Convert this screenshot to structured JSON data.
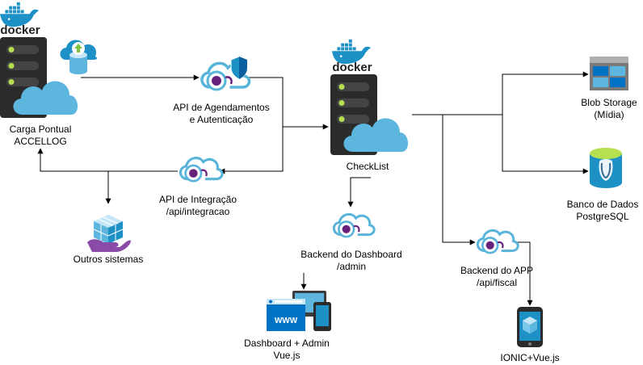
{
  "colors": {
    "docker_blue": "#1d91c6",
    "server_dark": "#2b2b2b",
    "server_green": "#b6e04f",
    "cloud_blue": "#5cb6dd",
    "api_purple": "#68217a",
    "api_cloud_stroke": "#59b4d9",
    "connector": "#000000",
    "blob_blue": "#0072c6",
    "postgres_blue": "#336791",
    "cube_purple": "#8a4ba8"
  },
  "nodes": {
    "carga": {
      "docker_wordmark": "docker",
      "lines": [
        "Carga Pontual",
        "ACCELLOG"
      ],
      "icon": "docker-server-with-cloud"
    },
    "api_auth": {
      "lines": [
        "API de Agendamentos",
        "e Autenticação"
      ],
      "icon": "api-management-shield-icon"
    },
    "api_integracao": {
      "lines": [
        "API de Integração",
        "/api/integracao"
      ],
      "icon": "api-management-icon"
    },
    "outros": {
      "lines": [
        "Outros sistemas"
      ],
      "icon": "cube-on-hand-icon"
    },
    "checklist": {
      "docker_wordmark": "docker",
      "lines": [
        "CheckList"
      ],
      "icon": "docker-server-with-cloud"
    },
    "backend_dashboard": {
      "lines": [
        "Backend do Dashboard",
        "/admin"
      ],
      "icon": "api-management-icon"
    },
    "dashboard_admin": {
      "lines": [
        "Dashboard + Admin",
        "Vue.js"
      ],
      "icon": "web-devices-icon",
      "www": "WWW"
    },
    "blob": {
      "lines": [
        "Blob Storage",
        "(Mídia)"
      ],
      "icon": "blob-storage-icon"
    },
    "postgres": {
      "lines": [
        "Banco de Dados",
        "PostgreSQL"
      ],
      "icon": "postgresql-database-icon"
    },
    "backend_app": {
      "lines": [
        "Backend do APP",
        "/api/fiscal"
      ],
      "icon": "api-management-icon"
    },
    "ionic": {
      "lines": [
        "IONIC+Vue.js"
      ],
      "icon": "mobile-phone-icon"
    }
  },
  "edges": [
    {
      "from": "carga",
      "to": "api_auth"
    },
    {
      "from": "api_auth",
      "to": "checklist"
    },
    {
      "from": "checklist",
      "to": "api_integracao"
    },
    {
      "from": "api_integracao",
      "to": "carga"
    },
    {
      "from": "api_integracao",
      "to": "outros"
    },
    {
      "from": "checklist",
      "to": "backend_dashboard"
    },
    {
      "from": "backend_dashboard",
      "to": "dashboard_admin"
    },
    {
      "from": "checklist",
      "to": "blob"
    },
    {
      "from": "checklist",
      "to": "postgres"
    },
    {
      "from": "checklist",
      "to": "backend_app"
    },
    {
      "from": "backend_app",
      "to": "ionic"
    }
  ]
}
